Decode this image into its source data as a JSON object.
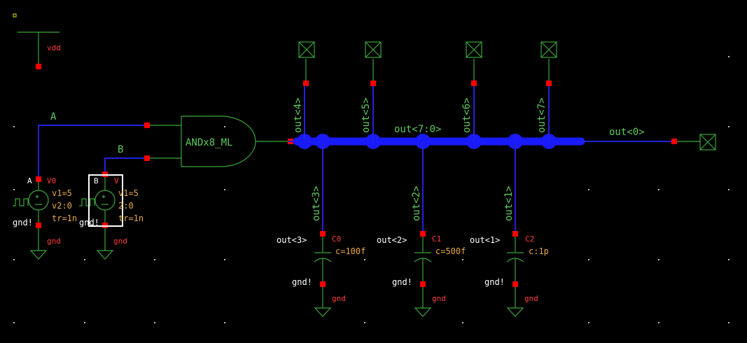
{
  "vdd": {
    "label": "vdd"
  },
  "nets": {
    "a": "A",
    "b": "B",
    "bus": "out<7:0>",
    "out0": "out<0>",
    "out1": "out<1>",
    "out2": "out<2>",
    "out3": "out<3>",
    "out4": "out<4>",
    "out5": "out<5>",
    "out6": "out<6>",
    "out7": "out<7>"
  },
  "gate": {
    "name": "ANDx8_ML"
  },
  "source_a": {
    "pin": "A",
    "name": "V0",
    "v1": "v1=5",
    "v2": "v2:0",
    "tr": "tr=1n",
    "gnd_net": "gnd!",
    "gnd_label": "gnd"
  },
  "source_b": {
    "pin": "B",
    "name": "V",
    "v1": "v1=5",
    "v2": "2:0",
    "tr": "tr=1n",
    "gnd_net": "gnd!",
    "gnd_label": "gnd"
  },
  "caps": [
    {
      "net": "out<3>",
      "name": "C0",
      "value": "c=100f",
      "gnd_net": "gnd!",
      "gnd_label": "gnd"
    },
    {
      "net": "out<2>",
      "name": "C1",
      "value": "c=500f",
      "gnd_net": "gnd!",
      "gnd_label": "gnd"
    },
    {
      "net": "out<1>",
      "name": "C2",
      "value": "c:1p",
      "gnd_net": "gnd!",
      "gnd_label": "gnd"
    }
  ],
  "colors": {
    "background": "#000000",
    "symbol": "#3aa63a",
    "wire": "#2222dd",
    "pin": "#ff0000",
    "selection": "#ffffff"
  }
}
